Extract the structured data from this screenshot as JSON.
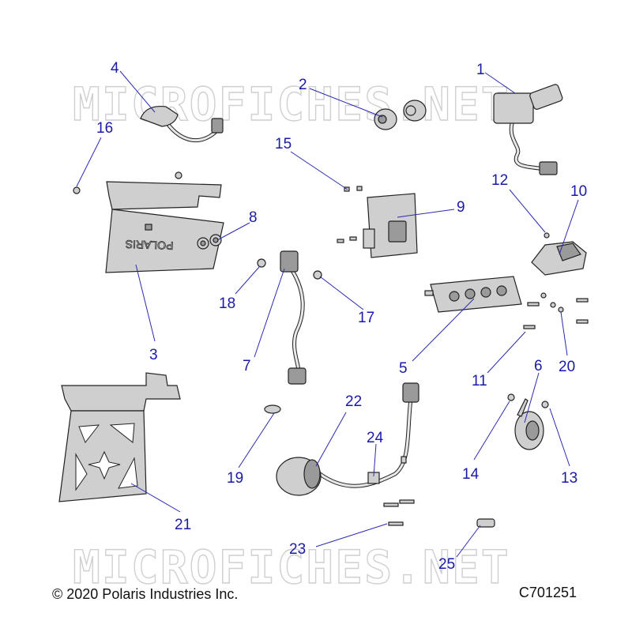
{
  "watermark": "MICROFICHES.NET",
  "copyright": "© 2020 Polaris Industries Inc.",
  "drawing_number": "C701251",
  "callouts": [
    "1",
    "2",
    "3",
    "4",
    "5",
    "6",
    "7",
    "8",
    "9",
    "10",
    "11",
    "12",
    "13",
    "14",
    "15",
    "16",
    "17",
    "18",
    "19",
    "20",
    "21",
    "22",
    "23",
    "24",
    "25"
  ],
  "plate_text": "POLARIS",
  "colors": {
    "callout": "#1a1aa8",
    "line": "#222222",
    "part_fill": "#cfcfcf"
  }
}
